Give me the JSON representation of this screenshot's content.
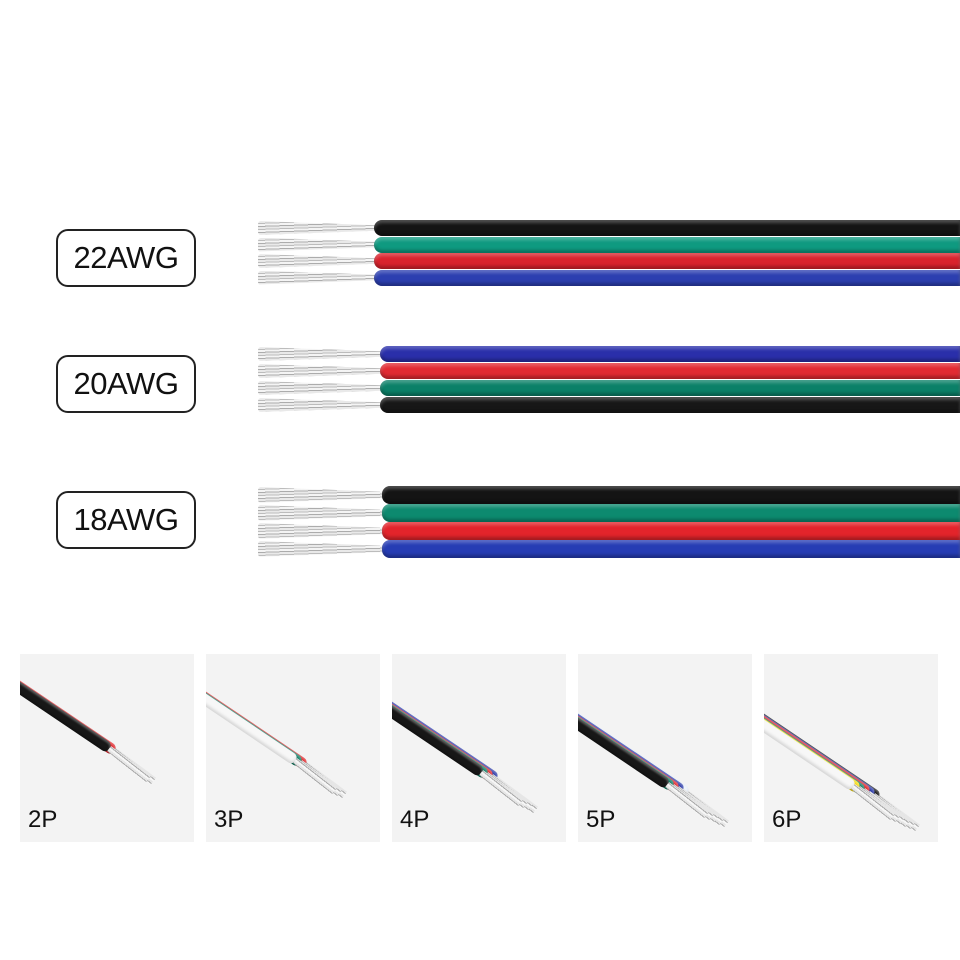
{
  "gauges": [
    {
      "label": "22AWG",
      "wires": [
        "#141414",
        "#0f9a80",
        "#d9232d",
        "#2c3fb0"
      ]
    },
    {
      "label": "20AWG",
      "wires": [
        "#2a2faa",
        "#e12a32",
        "#0b8068",
        "#171717"
      ]
    },
    {
      "label": "18AWG",
      "wires": [
        "#141414",
        "#0d8a6f",
        "#e3242b",
        "#263db4"
      ]
    }
  ],
  "pin_variants": [
    {
      "label": "2P",
      "wires": [
        "#df2328",
        "#171717"
      ]
    },
    {
      "label": "3P",
      "wires": [
        "#df2328",
        "#0b7a60",
        "#f7f7f7"
      ]
    },
    {
      "label": "4P",
      "wires": [
        "#2b3aa8",
        "#df2328",
        "#0b7a60",
        "#171717"
      ]
    },
    {
      "label": "5P",
      "wires": [
        "#eef4fb",
        "#2b3aa8",
        "#df2328",
        "#0b7a60",
        "#171717"
      ]
    },
    {
      "label": "6P",
      "wires": [
        "#171717",
        "#2b3aa8",
        "#df2328",
        "#0b7a60",
        "#f5d90f",
        "#f7f7f7"
      ]
    }
  ],
  "colors": {
    "background": "#ffffff",
    "panel_background": "#f3f3f3",
    "label_border": "#222222"
  }
}
